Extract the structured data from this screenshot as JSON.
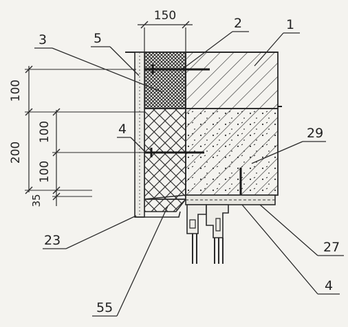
{
  "dimensions": {
    "top": "150",
    "left_outer": "200",
    "left_upper": "100",
    "left_mid": "100",
    "left_lower": "100",
    "left_small": "35"
  },
  "callouts": {
    "c1": "1",
    "c2": "2",
    "c3": "3",
    "c5": "5",
    "c4_upper": "4",
    "c29": "29",
    "c23": "23",
    "c27": "27",
    "c4_lower": "4",
    "c55": "55"
  }
}
